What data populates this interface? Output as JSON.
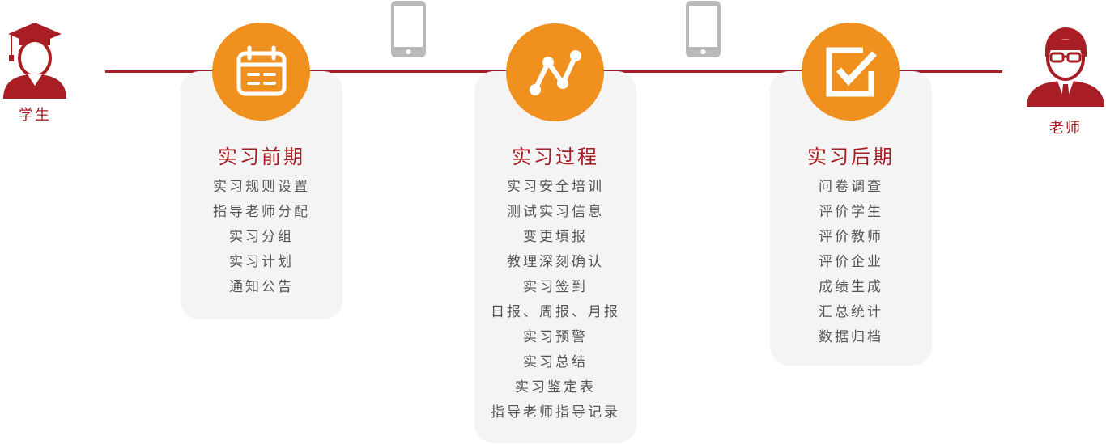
{
  "actors": {
    "student": {
      "label": "学生",
      "icon": "graduate-student-icon"
    },
    "teacher": {
      "label": "老师",
      "icon": "teacher-icon"
    }
  },
  "colors": {
    "accent": "#a81e24",
    "badge": "#f0901e",
    "card": "#f4f4f4",
    "phone": "#b9b9b9",
    "text": "#555555"
  },
  "phases": [
    {
      "title": "实习前期",
      "icon": "calendar-icon",
      "items": [
        "实习规则设置",
        "指导老师分配",
        "实习分组",
        "实习计划",
        "通知公告"
      ]
    },
    {
      "title": "实习过程",
      "icon": "trend-line-icon",
      "items": [
        "实习安全培训",
        "测试实习信息",
        "变更填报",
        "教理深刻确认",
        "实习签到",
        "日报、周报、月报",
        "实习预警",
        "实习总结",
        "实习鉴定表",
        "指导老师指导记录"
      ]
    },
    {
      "title": "实习后期",
      "icon": "checkbox-icon",
      "items": [
        "问卷调查",
        "评价学生",
        "评价教师",
        "评价企业",
        "成绩生成",
        "汇总统计",
        "数据归档"
      ]
    }
  ]
}
